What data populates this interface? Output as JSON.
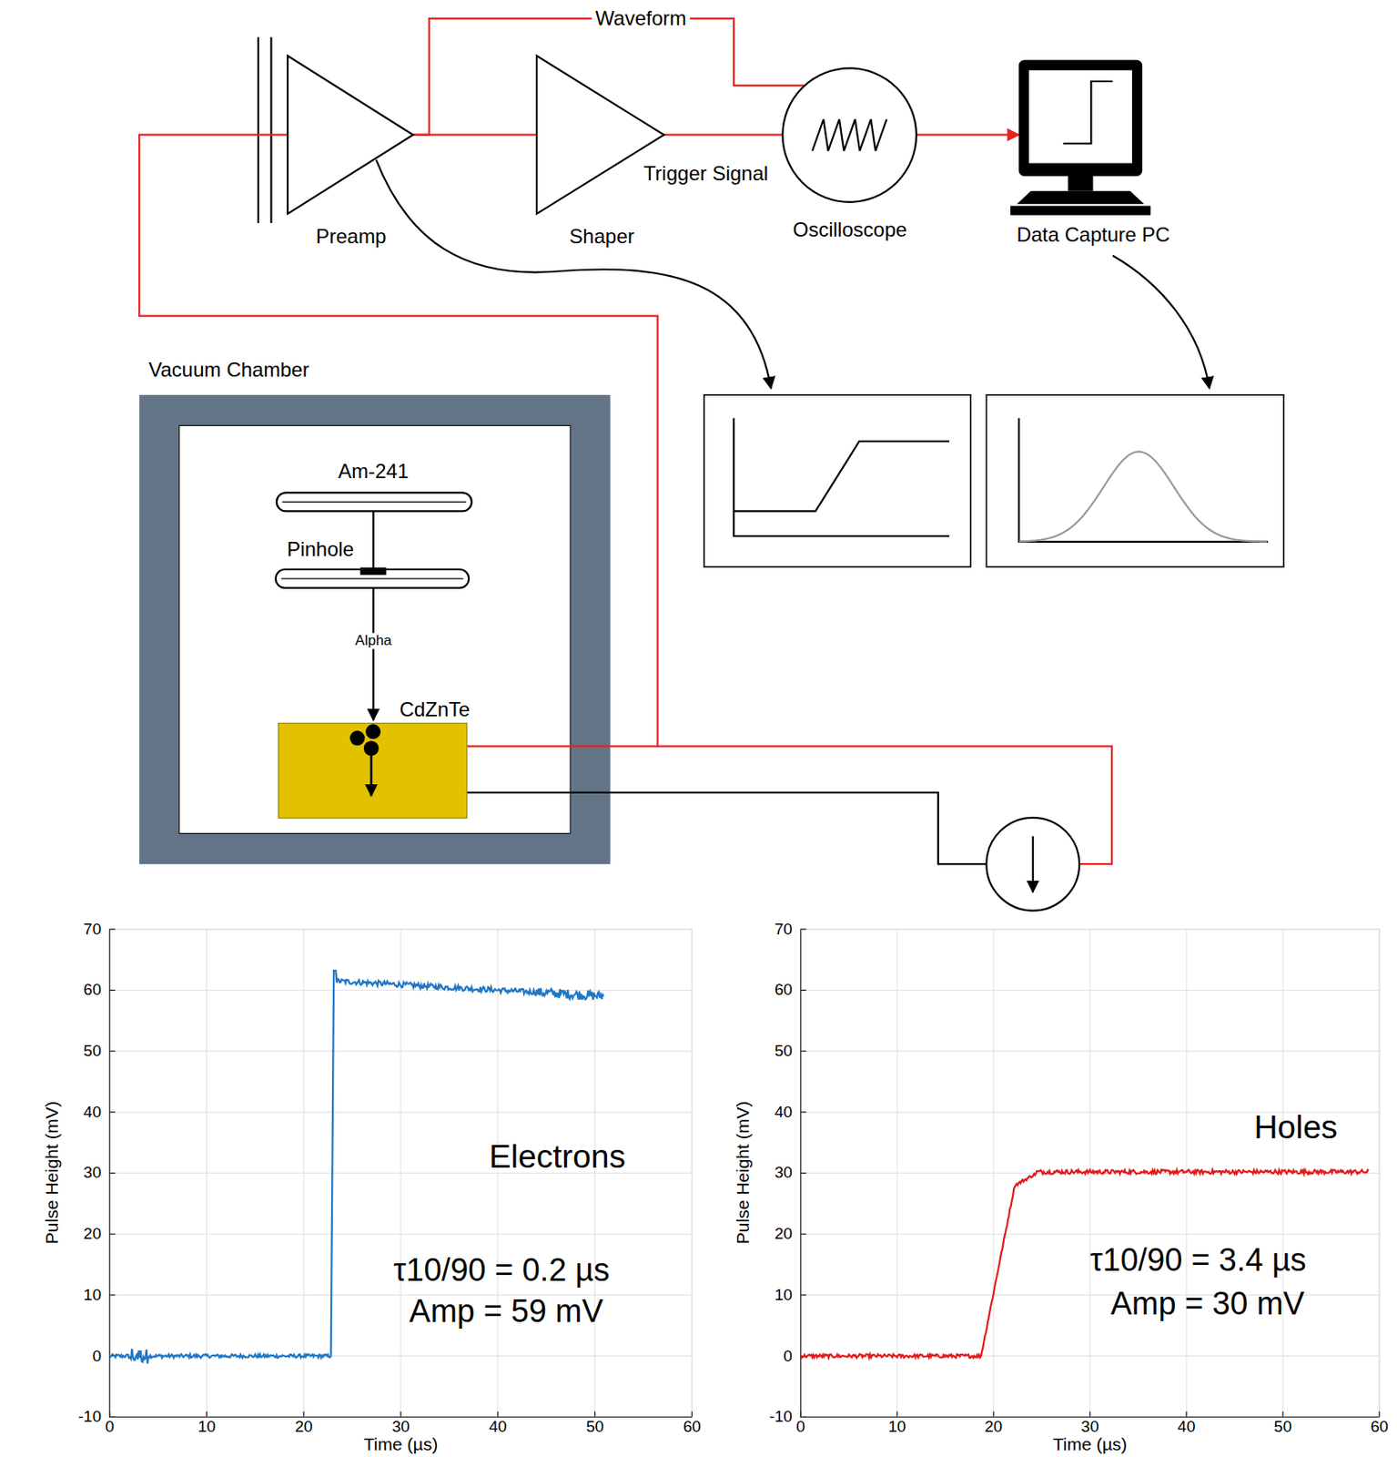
{
  "diagram": {
    "nodes": [
      {
        "text": [
          "Preamp"
        ]
      },
      {
        "text": [
          "Shaper"
        ]
      },
      {
        "text": [
          "Oscilloscope"
        ]
      },
      {
        "text": [
          "Data Capture PC"
        ]
      },
      {
        "text": [
          "Vacuum Chamber"
        ]
      },
      {
        "text": [
          "Am-241"
        ],
        "in": 4
      },
      {
        "text": [
          "Pinhole"
        ],
        "in": 4
      },
      {
        "text": [
          "CdZnTe"
        ],
        "in": 4
      }
    ],
    "edges": [
      {
        "from": 0,
        "to": 1,
        "arrow": "none"
      },
      {
        "from": 0,
        "to": 2,
        "label": "Waveform",
        "arrow": "none"
      },
      {
        "from": 1,
        "to": 2,
        "label": "Trigger Signal",
        "arrow": "none"
      },
      {
        "from": 2,
        "to": 3,
        "arrow": "to"
      },
      {
        "from": 7,
        "to": 0,
        "arrow": "none"
      },
      {
        "from": 5,
        "to": 6,
        "arrow": "none"
      },
      {
        "from": 6,
        "to": 7,
        "label": "Alpha",
        "arrow": "to"
      }
    ],
    "labels": [
      "70",
      "60",
      "50",
      "40",
      "30",
      "20",
      "10",
      "0",
      "-10",
      "0",
      "10",
      "20",
      "30",
      "40",
      "50",
      "60",
      "Pulse Height (mV)",
      "Time (µs)",
      "Electrons",
      "τ10/90 = 0.2 µs",
      "Amp = 59 mV",
      "70",
      "60",
      "50",
      "40",
      "30",
      "20",
      "10",
      "0",
      "-10",
      "0",
      "10",
      "20",
      "30",
      "40",
      "50",
      "60",
      "Pulse Height (mV)",
      "Time (µs)",
      "Holes",
      "τ10/90 = 3.4 µs",
      "Amp = 30 mV"
    ]
  }
}
